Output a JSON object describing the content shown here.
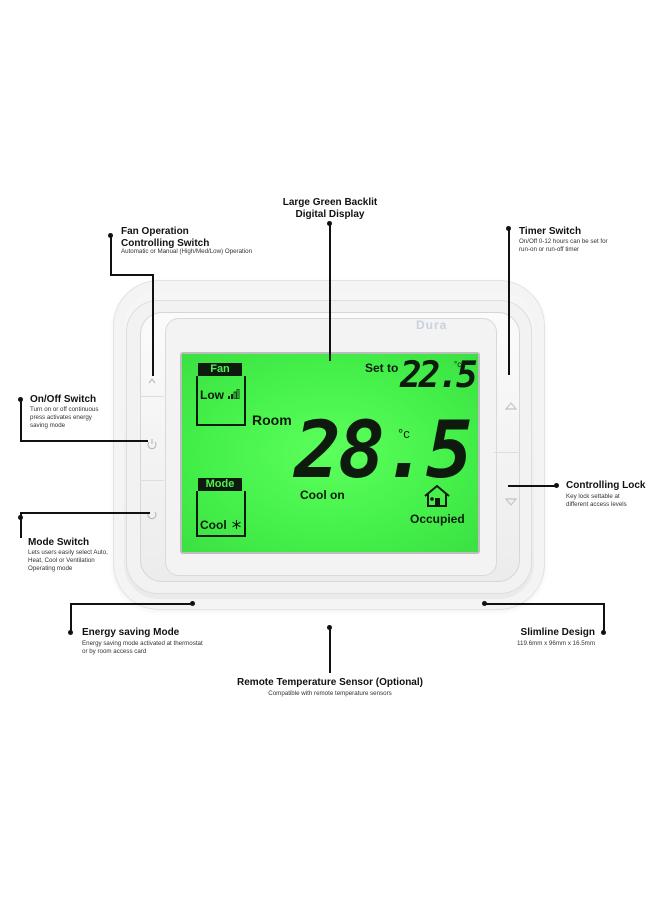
{
  "callouts": {
    "display": {
      "title_line1": "Large Green Backlit",
      "title_line2": "Digital Display"
    },
    "fan": {
      "title_line1": "Fan Operation",
      "title_line2": "Controlling Switch",
      "desc": "Automatic or Manual (High/Med/Low) Operation"
    },
    "timer": {
      "title": "Timer Switch",
      "desc_line1": "On/Off 0-12 hours can be set for",
      "desc_line2": "run-on or run-off timer"
    },
    "onoff": {
      "title": "On/Off Switch",
      "desc_line1": "Turn on or off continuous",
      "desc_line2": "press activates energy",
      "desc_line3": "saving mode"
    },
    "lock": {
      "title": "Controlling Lock",
      "desc_line1": "Key lock settable at",
      "desc_line2": "different access levels"
    },
    "mode": {
      "title": "Mode Switch",
      "desc_line1": "Lets users easily select Auto,",
      "desc_line2": "Heat, Cool or Ventilation",
      "desc_line3": "Operating mode"
    },
    "energy": {
      "title": "Energy saving Mode",
      "desc_line1": "Energy saving mode activated at thermostat",
      "desc_line2": "or by room access card"
    },
    "slim": {
      "title": "Slimline Design",
      "desc": "119.6mm x 96mm x 16.5mm"
    },
    "sensor": {
      "title": "Remote Temperature Sensor (Optional)",
      "desc": "Compatible with remote temperature sensors"
    }
  },
  "device": {
    "brand": "Dura",
    "screen": {
      "fan_tag": "Fan",
      "fan_value": "Low",
      "mode_tag": "Mode",
      "mode_value": "Cool",
      "set_to_label": "Set to",
      "set_value": "22.5",
      "set_unit": "°c",
      "room_label": "Room",
      "room_value": "28.5",
      "room_unit": "°c",
      "status": "Cool on",
      "occupied": "Occupied"
    }
  },
  "colors": {
    "lcd_green": "#45f04a",
    "lcd_ink": "#0d1a0d",
    "leader": "#111111"
  },
  "icons": {
    "fan_level": "signal-bars-icon",
    "mode": "snowflake-icon",
    "occupied": "house-icon"
  }
}
